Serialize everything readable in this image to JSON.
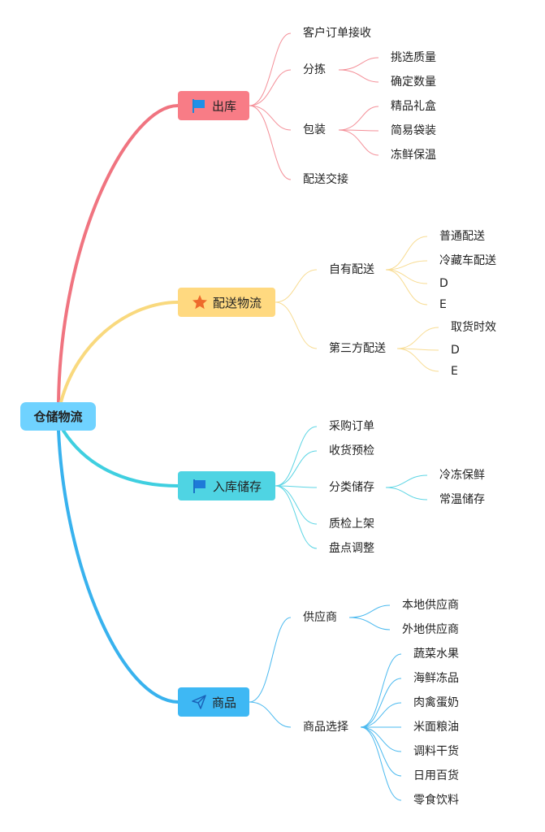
{
  "root": "仓储物流",
  "branches": {
    "outbound": {
      "label": "出库",
      "icon": "flag-icon",
      "color": "#f87c86",
      "items": {
        "receive": "客户订单接收",
        "sort": "分拣",
        "sort_children": [
          "挑选质量",
          "确定数量"
        ],
        "pack": "包装",
        "pack_children": [
          "精品礼盒",
          "简易袋装",
          "冻鲜保温"
        ],
        "handover": "配送交接"
      }
    },
    "logistics": {
      "label": "配送物流",
      "icon": "star-icon",
      "color": "#ffd980",
      "items": {
        "self": "自有配送",
        "self_children": [
          "普通配送",
          "冷藏车配送",
          "D",
          "E"
        ],
        "third": "第三方配送",
        "third_children": [
          "取货时效",
          "D",
          "E"
        ]
      }
    },
    "inbound": {
      "label": "入库储存",
      "icon": "flag-icon",
      "color": "#4fd4e3",
      "items": {
        "purchase": "采购订单",
        "receive_check": "收货预检",
        "classify": "分类储存",
        "classify_children": [
          "冷冻保鲜",
          "常温储存"
        ],
        "qc_shelf": "质检上架",
        "inventory": "盘点调整"
      }
    },
    "goods": {
      "label": "商品",
      "icon": "send-icon",
      "color": "#3eb8f4",
      "items": {
        "supplier": "供应商",
        "supplier_children": [
          "本地供应商",
          "外地供应商"
        ],
        "selection": "商品选择",
        "selection_children": [
          "蔬菜水果",
          "海鲜冻品",
          "肉禽蛋奶",
          "米面粮油",
          "调料干货",
          "日用百货",
          "零食饮料"
        ]
      }
    }
  }
}
